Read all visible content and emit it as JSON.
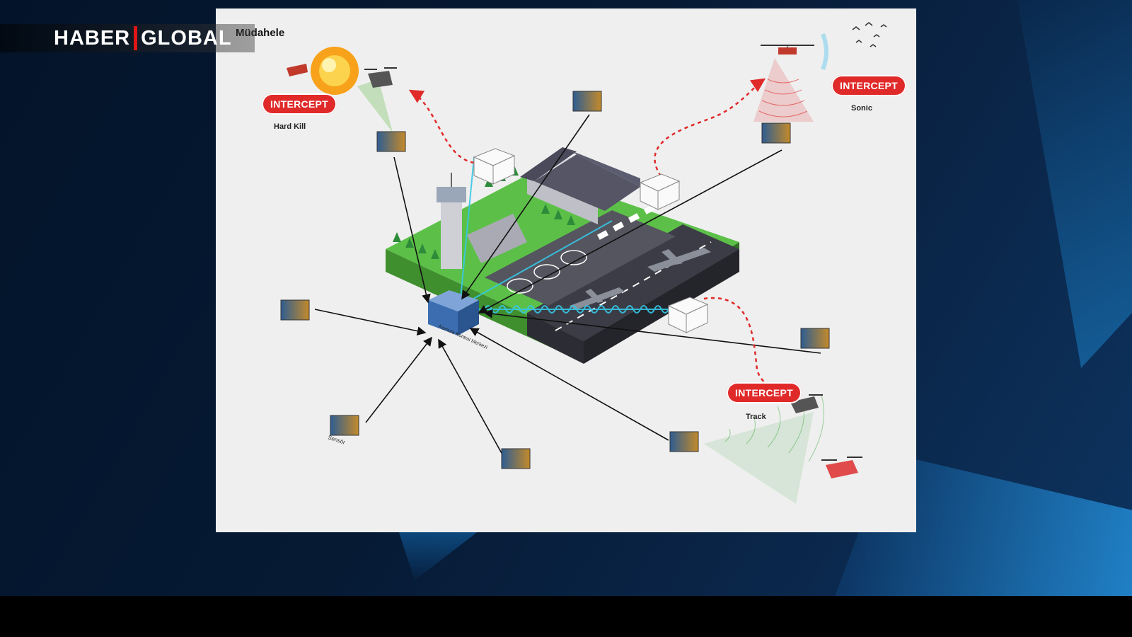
{
  "logo": {
    "word1": "HABER",
    "word2": "GLOBAL"
  },
  "slide": {
    "title": "Müdahele",
    "hard_kill": {
      "badge": "INTERCEPT",
      "caption": "Hard Kill"
    },
    "sonic": {
      "badge": "INTERCEPT",
      "caption": "Sonic"
    },
    "track": {
      "badge": "INTERCEPT",
      "caption": "Track"
    },
    "command_center_caption": "Komuta Kontrol Merkezi",
    "sensor_caption": "Sensör"
  },
  "colors": {
    "intercept_red": "#e02a2a",
    "link_line": "#111111",
    "radar_cyan": "#36c8e6",
    "track_green": "#4caf50",
    "grass": "#5cc048",
    "runway": "#3c3c46"
  }
}
